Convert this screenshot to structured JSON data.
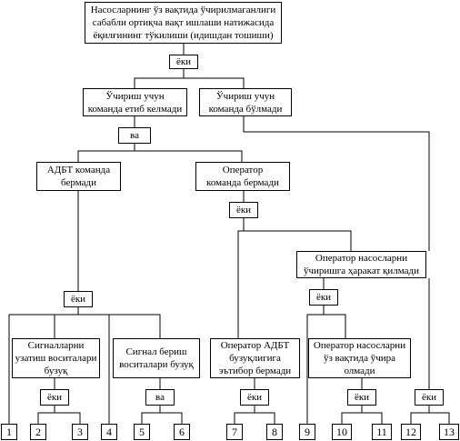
{
  "events": {
    "top": "Насосларнинг ўз вақтида ўчирилмаганлиги\nсабабли ортиқча вақт ишлаши натижасида\nёқилғининг тўкилиши (идишдан тошиши)",
    "no_cmd_sent": "Ўчириш учун\nкоманда етиб келмади",
    "cmd_given": "Ўчириш учун\nкоманда бўлмади",
    "adbt": "АДБТ команда\nбермади",
    "operator_cmd": "Оператор\nкоманда бермади",
    "operator_pumps": "Оператор насосларни\nўчиришга ҳаракат қилмади",
    "signal_tx": "Сигналларни\nузатиш воситалари\nбузуқ",
    "signal_src": "Сигнал бериш\nвоситалари бузуқ",
    "op_adbt": "Оператор АДБТ\nбузуқлигига\nэътибор бермади",
    "op_timely": "Оператор насосларни\nўз вақтида ўчира\nолмади"
  },
  "gates": {
    "g1": "ёки",
    "g2": "ва",
    "g3": "ёки",
    "g4": "ёки",
    "g5": "ёки",
    "g6": "ёки",
    "g7": "ва",
    "g8": "ёки",
    "g9": "ёки",
    "g10": "ёки"
  },
  "leaves": [
    "1",
    "2",
    "3",
    "4",
    "5",
    "6",
    "7",
    "8",
    "9",
    "10",
    "11",
    "12",
    "13"
  ]
}
